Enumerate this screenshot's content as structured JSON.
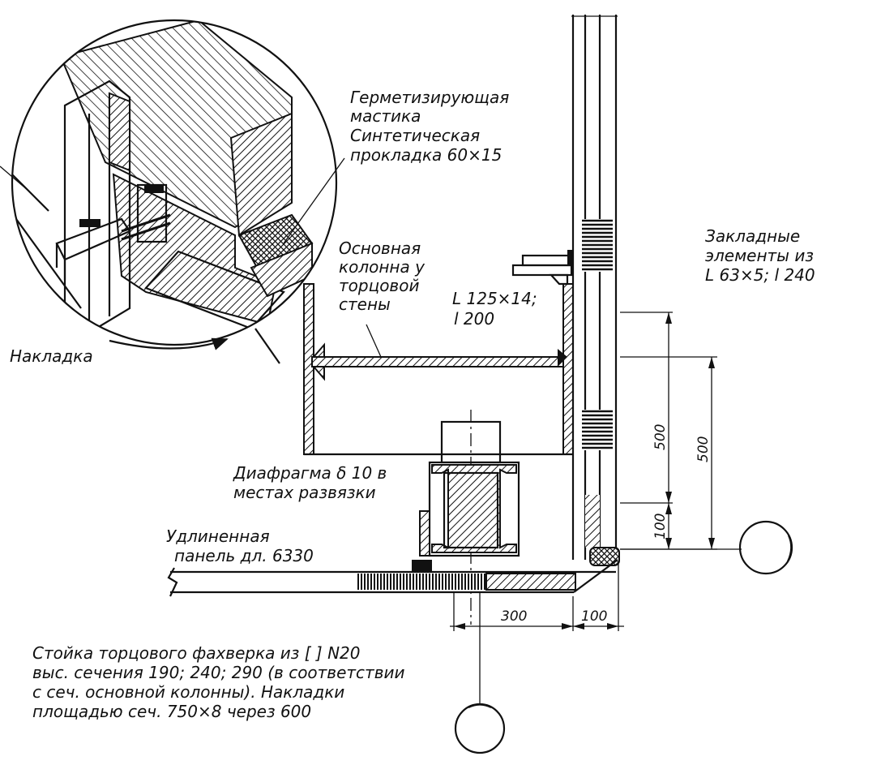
{
  "labels": {
    "sealant": "Герметизирующая",
    "sealant2": "мастика",
    "gasket": "Синтетическая",
    "gasket2": "прокладка 60×15",
    "main_column1": "Основная",
    "main_column2": "колонна у",
    "main_column3": "торцовой",
    "main_column4": "стены",
    "angle1": "L 125×14;",
    "angle2": "l 200",
    "embedded1": "Закладные",
    "embedded2": "элементы из",
    "embedded3": "L 63×5; l 240",
    "overlay": "Накладка",
    "diaphragm1": "Диафрагма δ 10 в",
    "diaphragm2": "местах развязки",
    "panel1": "Удлиненная",
    "panel2": "панель дл. 6330",
    "note1": "Стойка торцового фахверка из [ ] N20",
    "note2": "выс. сечения 190; 240; 290 (в соответствии",
    "note3": "с сеч. основной колонны). Накладки",
    "note4": "площадью сеч. 750×8 через 600"
  },
  "dimensions": {
    "d500a": "500",
    "d500b": "500",
    "d100v": "100",
    "d300": "300",
    "d100h": "100"
  }
}
